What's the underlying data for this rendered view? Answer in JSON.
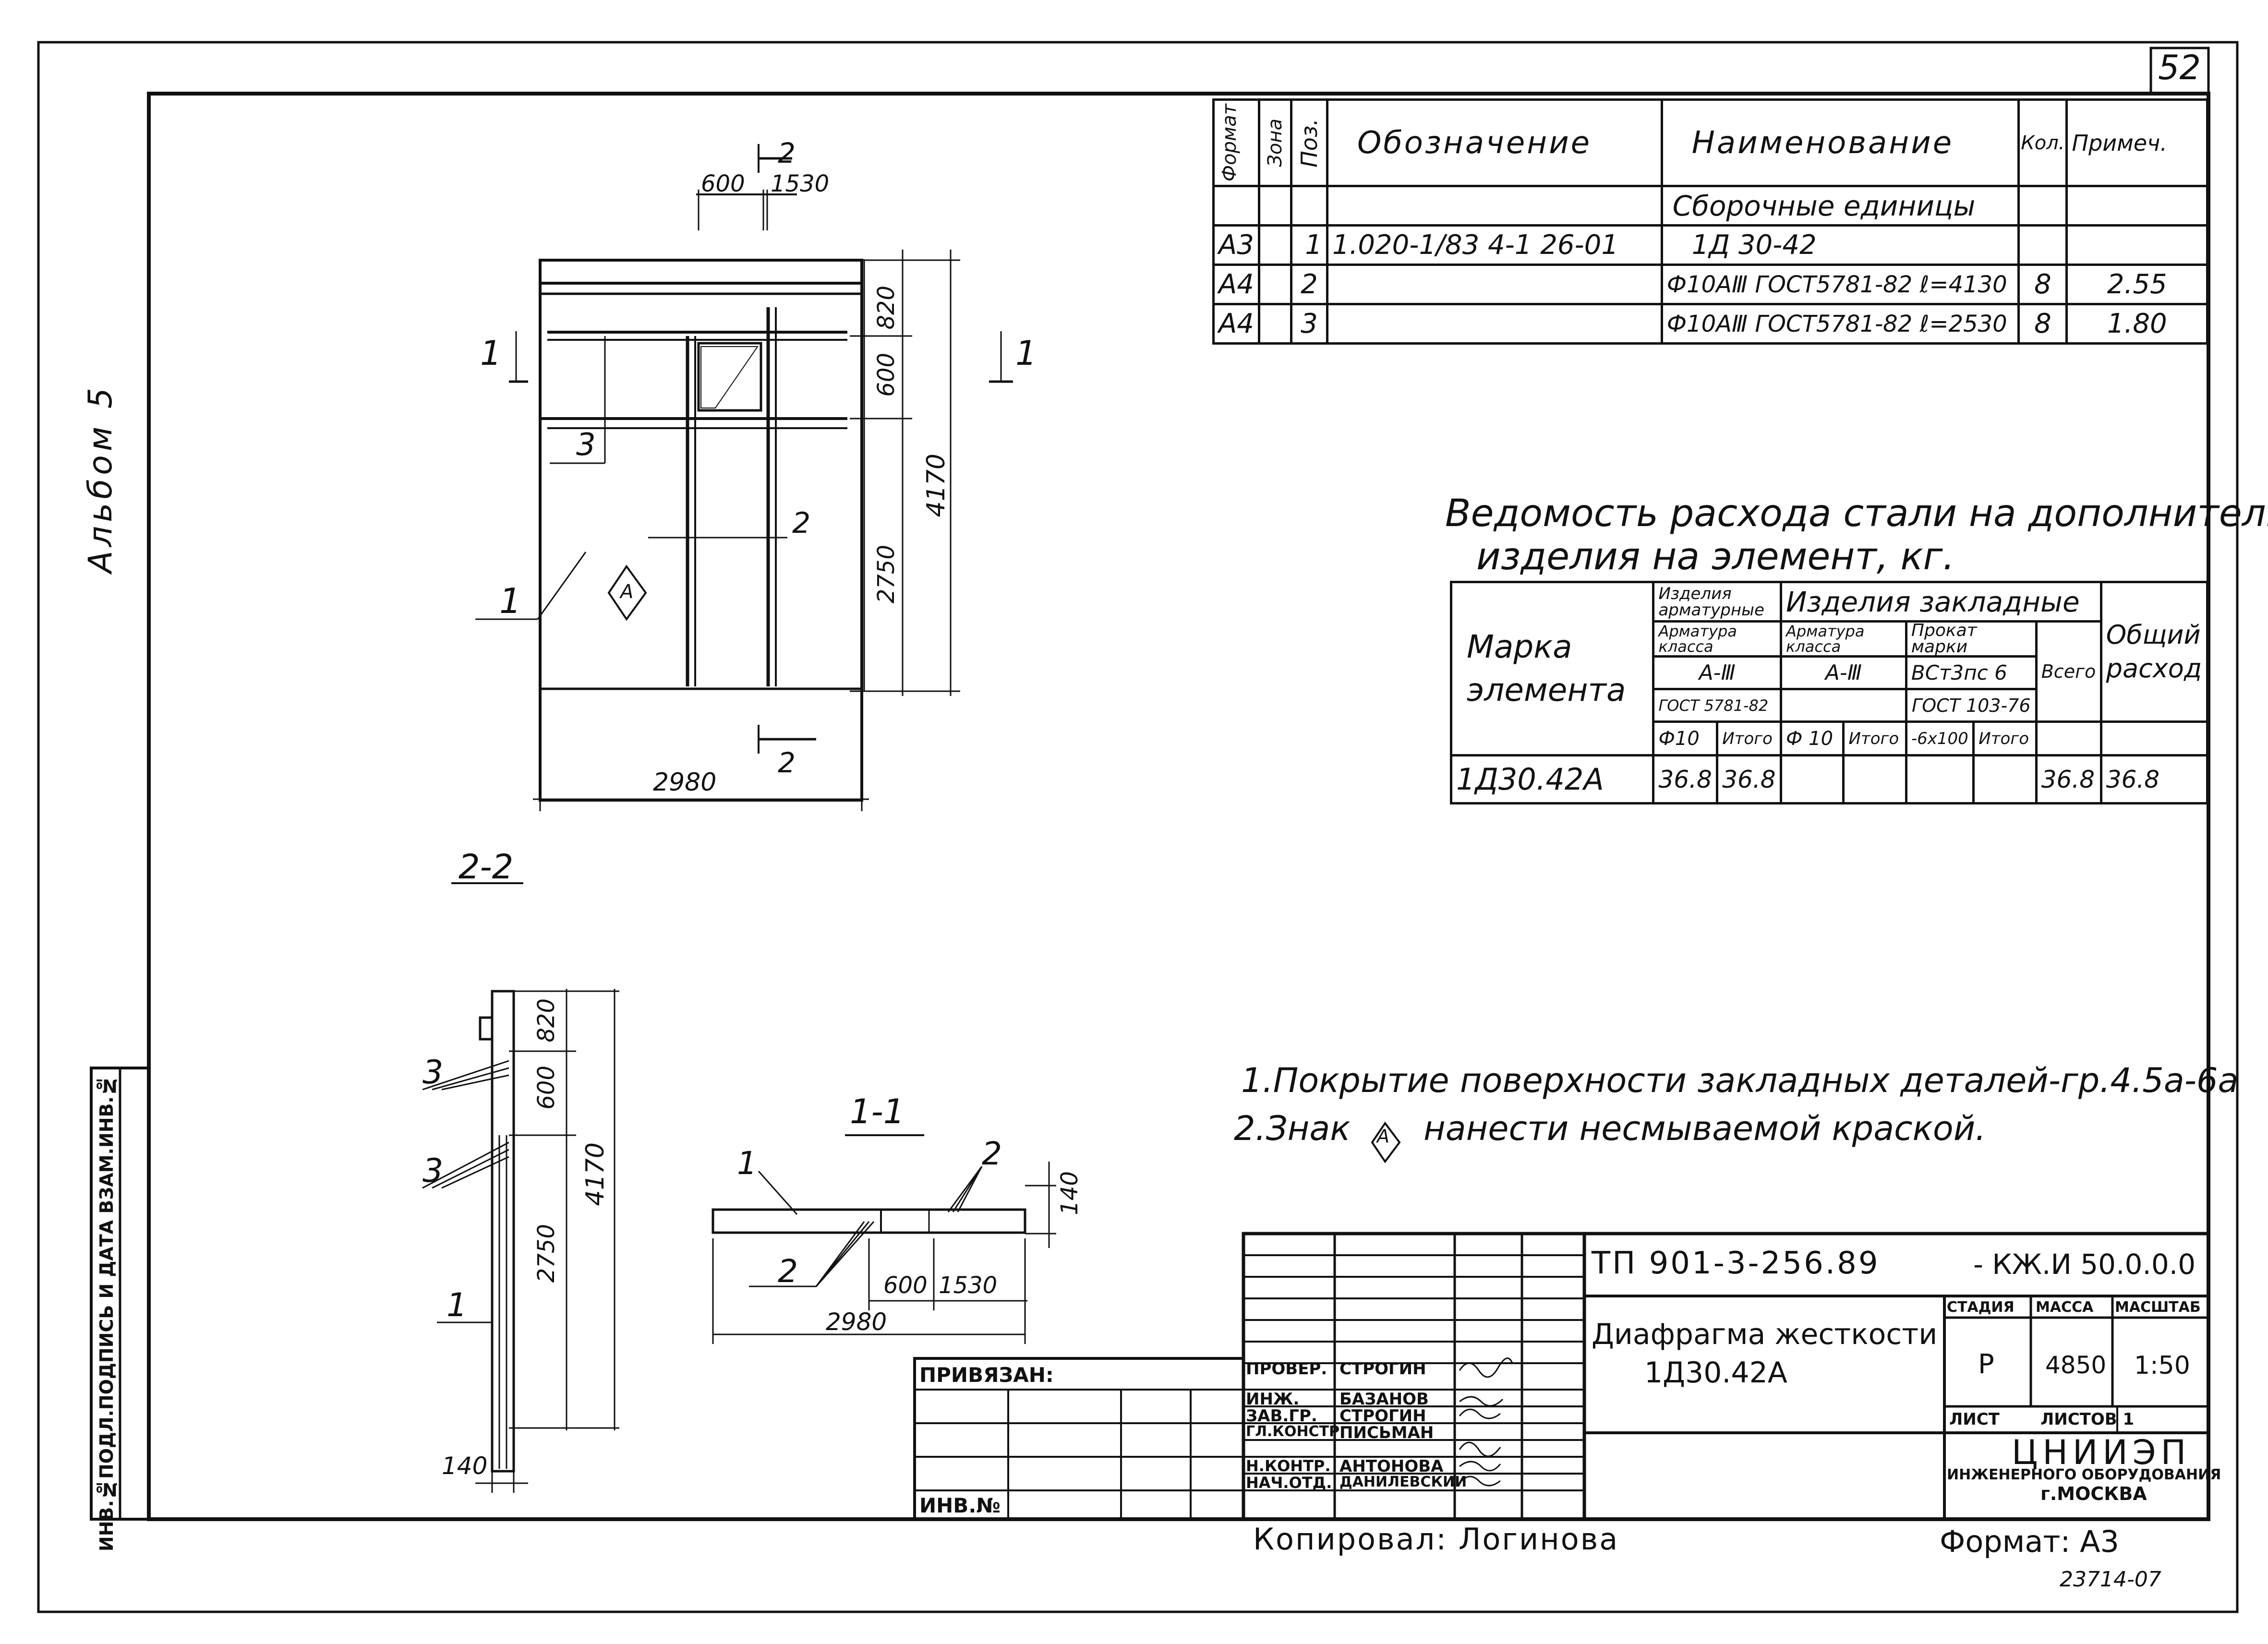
{
  "sheet": {
    "sheet_number": "52",
    "album_label": "Альбом 5",
    "inventory_label": "ИНВ.№ПОДЛ.ПОДПИСЬ И ДАТА ВЗАМ.ИНВ.№",
    "copied_by": "Копировал: Логинова",
    "format": "Формат: А3",
    "order_no": "23714-07"
  },
  "spec_table": {
    "headers": {
      "format": "Формат",
      "zone": "Зона",
      "pos": "Поз.",
      "designation": "Обозначение",
      "name": "Наименование",
      "qty": "Кол.",
      "note": "Примеч."
    },
    "section_title": "Сборочные единицы",
    "rows": [
      {
        "format": "А3",
        "pos": "1",
        "designation": "1.020-1/83 4-1 26-01",
        "name": "1Д 30-42",
        "qty": "",
        "note": ""
      },
      {
        "format": "А4",
        "pos": "2",
        "designation": "",
        "name": "Ф10АⅢ ГОСТ5781-82 ℓ=4130",
        "qty": "8",
        "note": "2.55"
      },
      {
        "format": "А4",
        "pos": "3",
        "designation": "",
        "name": "Ф10АⅢ ГОСТ5781-82 ℓ=2530",
        "qty": "8",
        "note": "1.80"
      }
    ]
  },
  "steel_table": {
    "title_line1": "Ведомость расхода стали на дополнительные",
    "title_line2": "изделия на элемент, кг.",
    "h_mark": "Марка элемента",
    "h_reinf_products": "Изделия арматурные",
    "h_embedded": "Изделия закладные",
    "h_total_use": "Общий расход",
    "h_reinf_class_1": "Арматура класса",
    "h_reinf_class_2": "Арматура класса",
    "h_rolled": "Прокат марки",
    "h_all": "Всего",
    "h_a3_1": "А-Ⅲ",
    "h_a3_2": "А-Ⅲ",
    "h_steel": "ВСт3пс 6",
    "h_gost1": "ГОСТ 5781-82",
    "h_gost2": "ГОСТ 103-76",
    "h_f10": "Ф10",
    "h_itogo1": "Итого",
    "h_f10b": "Ф 10",
    "h_itogo2": "Итого",
    "h_strip": "-6х100",
    "h_itogo3": "Итого",
    "row": {
      "mark": "1Д30.42А",
      "f10": "36.8",
      "itogo": "36.8",
      "total": "36.8",
      "general": "36.8"
    }
  },
  "notes": {
    "line1": "1.Покрытие поверхности закладных деталей-гр.4.5а-6а",
    "line2a": "2.Знак",
    "line2_mark": "А",
    "line2b": "нанести несмываемой краской."
  },
  "drawing_main": {
    "dim_600": "600",
    "dim_1530": "1530",
    "dim_820": "820",
    "dim_600v": "600",
    "dim_2750": "2750",
    "dim_4170": "4170",
    "dim_2980": "2980",
    "cut_label": "2",
    "cut_label_b": "2",
    "section_1": "1",
    "section_1b": "1",
    "pos_1": "1",
    "pos_2": "2",
    "pos_3": "3",
    "mark_A": "А"
  },
  "drawing_22": {
    "title": "2-2",
    "dim_820": "820",
    "dim_600": "600",
    "dim_2750": "2750",
    "dim_4170": "4170",
    "dim_140": "140",
    "pos_3a": "3",
    "pos_3b": "3",
    "pos_1": "1"
  },
  "drawing_11": {
    "title": "1-1",
    "pos_1": "1",
    "pos_2a": "2",
    "pos_2b": "2",
    "dim_140": "140",
    "dim_600": "600",
    "dim_1530": "1530",
    "dim_2980": "2980"
  },
  "title_block": {
    "code": "ТП 901-3-256.89",
    "code_suffix": "- КЖ.И 50.0.0.0",
    "product_line1": "Диафрагма жесткости",
    "product_line2": "1Д30.42А",
    "stage_h": "СТАДИЯ",
    "mass_h": "МАССА",
    "scale_h": "МАСШТАБ",
    "stage": "Р",
    "mass": "4850",
    "scale": "1:50",
    "sheet_h": "ЛИСТ",
    "sheets_h": "ЛИСТОВ 1",
    "org1": "ЦНИИЭП",
    "org2": "ИНЖЕНЕРНОГО ОБОРУДОВАНИЯ",
    "org3": "г.МОСКВА",
    "bound_label": "ПРИВЯЗАН:",
    "inv_label": "ИНВ.№",
    "signers": [
      {
        "role": "ПРОВЕР.",
        "name": "СТРОГИН"
      },
      {
        "role": "ИНЖ.",
        "name": "БАЗАНОВ"
      },
      {
        "role": "ЗАВ.ГР.",
        "name": "СТРОГИН"
      },
      {
        "role": "ГЛ.КОНСТР.",
        "name": "ПИСЬМАН"
      },
      {
        "role": "Н.КОНТР.",
        "name": "АНТОНОВА"
      },
      {
        "role": "НАЧ.ОТД.",
        "name": "ДАНИЛЕВСКИЙ"
      }
    ]
  }
}
